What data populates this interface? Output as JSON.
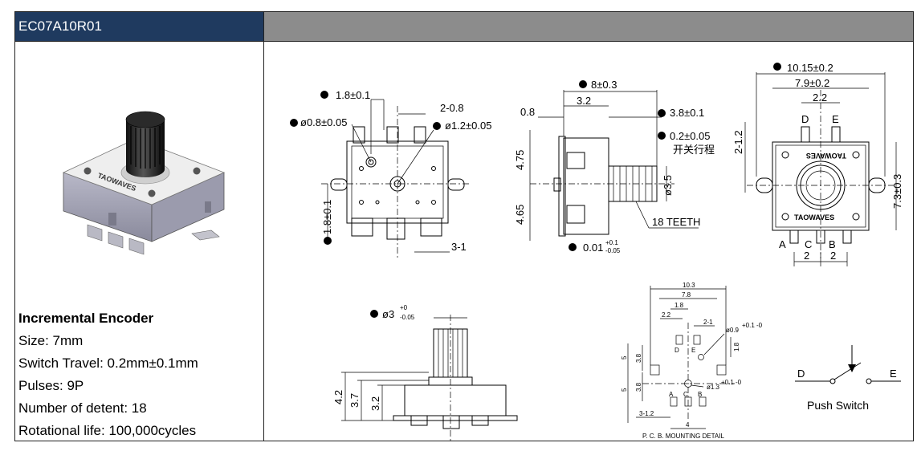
{
  "header": {
    "model": "EC07A10R01"
  },
  "product": {
    "brand": "TAOWAVES",
    "title": "Incremental Encoder",
    "specs": [
      "Size: 7mm",
      "Switch Travel: 0.2mm±0.1mm",
      "Pulses: 9P",
      "Number of detent: 18",
      "Rotational life: 100,000cycles"
    ]
  },
  "drawing": {
    "top": {
      "d1": "1.8±0.1",
      "d2": "ø0.8±0.05",
      "d3": "2-0.8",
      "d4": "ø1.2±0.05",
      "d5": "1.8±0.1",
      "d6": "3-1"
    },
    "side": {
      "d1": "8±0.3",
      "d2": "3.2",
      "d3": "0.8",
      "d4": "3.8±0.1",
      "d5": "0.2±0.05",
      "note_cn": "开关行程",
      "d6": "4.75",
      "d7": "4.65",
      "d8": "ø3.5",
      "teeth": "18 TEETH",
      "d9_base": "0.01",
      "d9_sup": "+0.1",
      "d9_sub": "-0.05"
    },
    "front": {
      "d1": "10.15±0.2",
      "d2": "7.9±0.2",
      "d3": "2.2",
      "d4": "2-1.2",
      "d5": "7.3±0.3",
      "pin_d": "D",
      "pin_e": "E",
      "pin_a": "A",
      "pin_c": "C",
      "pin_b": "B",
      "d6": "2",
      "d7": "2"
    },
    "shaft": {
      "d_base": "ø3",
      "d_sup": "+0",
      "d_sub": "-0.05",
      "h1": "4.2",
      "h2": "3.7",
      "h3": "3.2"
    },
    "pcb": {
      "w1": "10.3",
      "w2": "7.8",
      "w3": "1.8",
      "w4": "2.2",
      "w5": "2-1",
      "hole": "ø0.9",
      "hole_tol": "+0.1 -0",
      "hole2": "ø1.3",
      "hole2_tol": "+0.1 -0",
      "h1": "5",
      "h2": "3.8",
      "h3": "5",
      "h4": "3.8",
      "h5": "1.8",
      "b1": "3-1.2",
      "b2": "4",
      "pin_d": "D",
      "pin_e": "E",
      "pin_a": "A",
      "pin_c": "C",
      "pin_b": "B",
      "label": "P. C. B. MOUNTING DETAIL"
    },
    "switch": {
      "d": "D",
      "e": "E",
      "label": "Push Switch"
    }
  }
}
